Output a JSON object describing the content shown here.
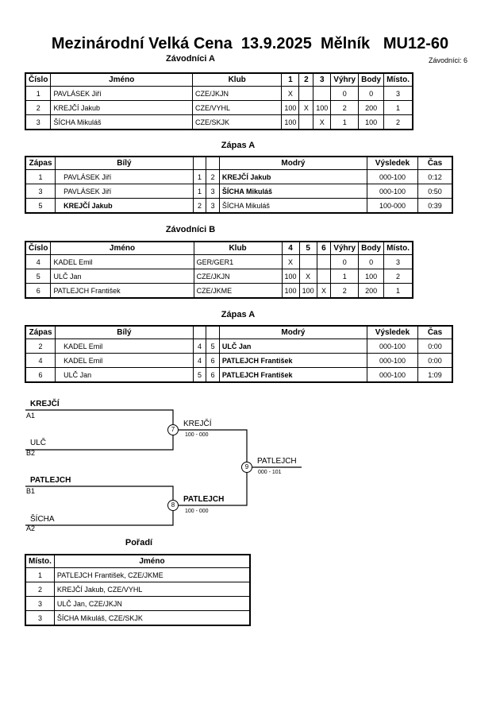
{
  "title": "Mezinárodní Velká Cena  13.9.2025  Mělník   MU12-60",
  "competitors_count": "Závodníci: 6",
  "pool_a": {
    "title": "Závodníci A",
    "headers": [
      "Číslo",
      "Jméno",
      "Klub",
      "1",
      "2",
      "3",
      "Výhry",
      "Body",
      "Místo."
    ],
    "rows": [
      [
        "1",
        "PAVLÁSEK Jiří",
        "CZE/JKJN",
        "",
        "X",
        "",
        "",
        "0",
        "0",
        "3"
      ],
      [
        "2",
        "KREJČÍ Jakub",
        "CZE/VYHL",
        "",
        "100",
        "X",
        "100",
        "2",
        "200",
        "1"
      ],
      [
        "3",
        "ŠÍCHA Mikuláš",
        "CZE/SKJK",
        "",
        "100",
        "",
        "X",
        "1",
        "100",
        "2"
      ]
    ]
  },
  "matches_a": {
    "title": "Zápas A",
    "headers": [
      "Zápas",
      "Bílý",
      "",
      "",
      "Modrý",
      "Výsledek",
      "Čas"
    ],
    "rows": [
      {
        "no": "1",
        "white": "PAVLÁSEK Jiří",
        "w": "1",
        "b": "2",
        "blue": "KREJČÍ Jakub",
        "result": "000-100",
        "time": "0:12",
        "winner": "blue"
      },
      {
        "no": "3",
        "white": "PAVLÁSEK Jiří",
        "w": "1",
        "b": "3",
        "blue": "ŠÍCHA Mikuláš",
        "result": "000-100",
        "time": "0:50",
        "winner": "blue"
      },
      {
        "no": "5",
        "white": "KREJČÍ Jakub",
        "w": "2",
        "b": "3",
        "blue": "ŠÍCHA Mikuláš",
        "result": "100-000",
        "time": "0:39",
        "winner": "white"
      }
    ]
  },
  "pool_b": {
    "title": "Závodníci B",
    "headers": [
      "Číslo",
      "Jméno",
      "Klub",
      "4",
      "5",
      "6",
      "Výhry",
      "Body",
      "Místo."
    ],
    "rows": [
      [
        "4",
        "KADEL Emil",
        "GER/GER1",
        "",
        "X",
        "",
        "",
        "0",
        "0",
        "3"
      ],
      [
        "5",
        "ULČ Jan",
        "CZE/JKJN",
        "",
        "100",
        "X",
        "",
        "1",
        "100",
        "2"
      ],
      [
        "6",
        "PATLEJCH František",
        "CZE/JKME",
        "",
        "100",
        "100",
        "X",
        "2",
        "200",
        "1"
      ]
    ]
  },
  "matches_b": {
    "title": "Zápas A",
    "headers": [
      "Zápas",
      "Bílý",
      "",
      "",
      "Modrý",
      "Výsledek",
      "Čas"
    ],
    "rows": [
      {
        "no": "2",
        "white": "KADEL Emil",
        "w": "4",
        "b": "5",
        "blue": "ULČ Jan",
        "result": "000-100",
        "time": "0:00",
        "winner": "blue"
      },
      {
        "no": "4",
        "white": "KADEL Emil",
        "w": "4",
        "b": "6",
        "blue": "PATLEJCH František",
        "result": "000-100",
        "time": "0:00",
        "winner": "blue"
      },
      {
        "no": "6",
        "white": "ULČ Jan",
        "w": "5",
        "b": "6",
        "blue": "PATLEJCH František",
        "result": "000-100",
        "time": "1:09",
        "winner": "blue"
      }
    ]
  },
  "bracket": {
    "s1_name": "KREJČÍ",
    "s1_seed": "A1",
    "s2_name": "ULČ",
    "s2_seed": "B2",
    "s3_name": "PATLEJCH",
    "s3_seed": "B1",
    "s4_name": "ŠÍCHA",
    "s4_seed": "A2",
    "m7_no": "7",
    "m7_winner": "KREJČÍ",
    "m7_score": "100 - 000",
    "m8_no": "8",
    "m8_winner": "PATLEJCH",
    "m8_score": "100 - 000",
    "m9_no": "9",
    "m9_winner": "PATLEJCH",
    "m9_score": "000 - 101"
  },
  "ranking": {
    "title": "Pořadí",
    "headers": [
      "Místo.",
      "Jméno"
    ],
    "rows": [
      [
        "1",
        "PATLEJCH František, CZE/JKME"
      ],
      [
        "2",
        "KREJČÍ Jakub, CZE/VYHL"
      ],
      [
        "3",
        "ULČ Jan, CZE/JKJN"
      ],
      [
        "3",
        "ŠÍCHA Mikuláš, CZE/SKJK"
      ]
    ]
  }
}
